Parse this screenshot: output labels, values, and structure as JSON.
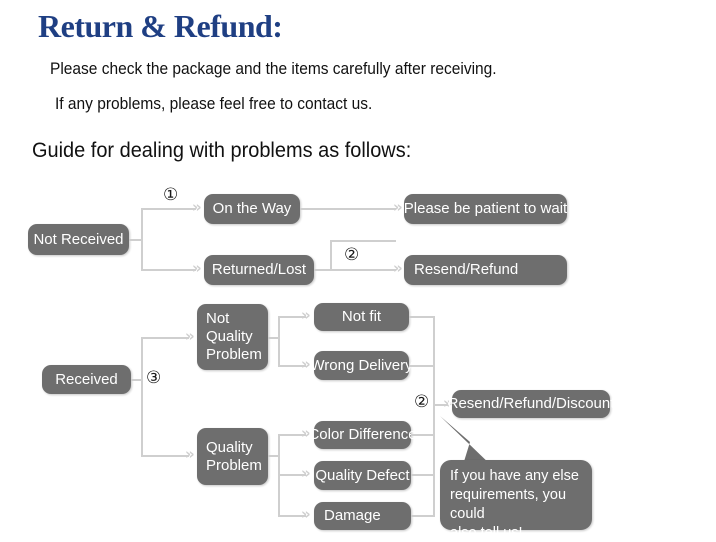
{
  "header": {
    "title": "Return & Refund:",
    "line1": "Please check the package and the items carefully after receiving.",
    "line2": "If any problems, please feel free to contact us.",
    "guide": "Guide for dealing with problems as follows:"
  },
  "colors": {
    "title": "#1f3f83",
    "node_fill": "#6e6e6e",
    "node_text": "#ffffff",
    "connector": "#cfcfcf",
    "background": "#ffffff"
  },
  "flow": {
    "markers": {
      "one": "①",
      "two_top": "②",
      "two_bottom": "②",
      "three": "③"
    },
    "nodes": {
      "not_received": "Not Received",
      "on_the_way": "On the Way",
      "returned_lost": "Returned/Lost",
      "please_be_patient": "Please be patient to wait",
      "resend_refund": "Resend/Refund",
      "received": "Received",
      "not_quality_problem": "Not\nQuality\nProblem",
      "not_quality_problem_lines": [
        "Not",
        "Quality",
        "Problem"
      ],
      "quality_problem_lines": [
        "Quality",
        "Problem"
      ],
      "not_fit": "Not fit",
      "wrong_delivery": "Wrong Delivery",
      "color_difference": "Color Difference",
      "quality_defect": "Quality Defect",
      "damage": "Damage",
      "resend_refund_discount": "Resend/Refund/Discount"
    },
    "callout_lines": [
      "If you have any else",
      "requirements, you could",
      "also tell us!"
    ]
  }
}
